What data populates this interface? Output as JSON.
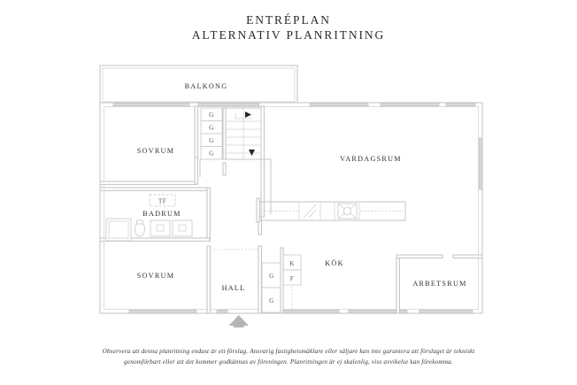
{
  "title": {
    "line1": "ENTRÉPLAN",
    "line2": "ALTERNATIV PLANRITNING"
  },
  "footer": {
    "line1": "Observera att denna planritning endast är ett förslag. Ansvarig fastighetsmäklare eller säljare kan inte garantera att förslaget är tekniskt",
    "line2": "genomförbart eller att det kommer godkännas av föreningen. Planritningen är ej skalenlig, viss avvikelse kan förekomma."
  },
  "rooms": [
    {
      "key": "balkong",
      "label": "BALKONG"
    },
    {
      "key": "sovrum_top",
      "label": "SOVRUM"
    },
    {
      "key": "vardagsrum",
      "label": "VARDAGSRUM"
    },
    {
      "key": "badrum",
      "label": "BADRUM"
    },
    {
      "key": "sovrum_bottom",
      "label": "SOVRUM"
    },
    {
      "key": "hall",
      "label": "HALL"
    },
    {
      "key": "kok",
      "label": "KÖK"
    },
    {
      "key": "arbetsrum",
      "label": "ARBETSRUM"
    }
  ],
  "fixtures": {
    "laundry": "TF",
    "closet": "G",
    "fridge": "K",
    "freezer": "F"
  },
  "closets_stair": [
    "G",
    "G",
    "G",
    "G"
  ],
  "closets_hall": [
    "G",
    "G"
  ],
  "colors": {
    "wall": "#c2c2c2",
    "window": "#d7d7d7",
    "text": "#333333",
    "entry_arrow": "#b5b5b5"
  }
}
